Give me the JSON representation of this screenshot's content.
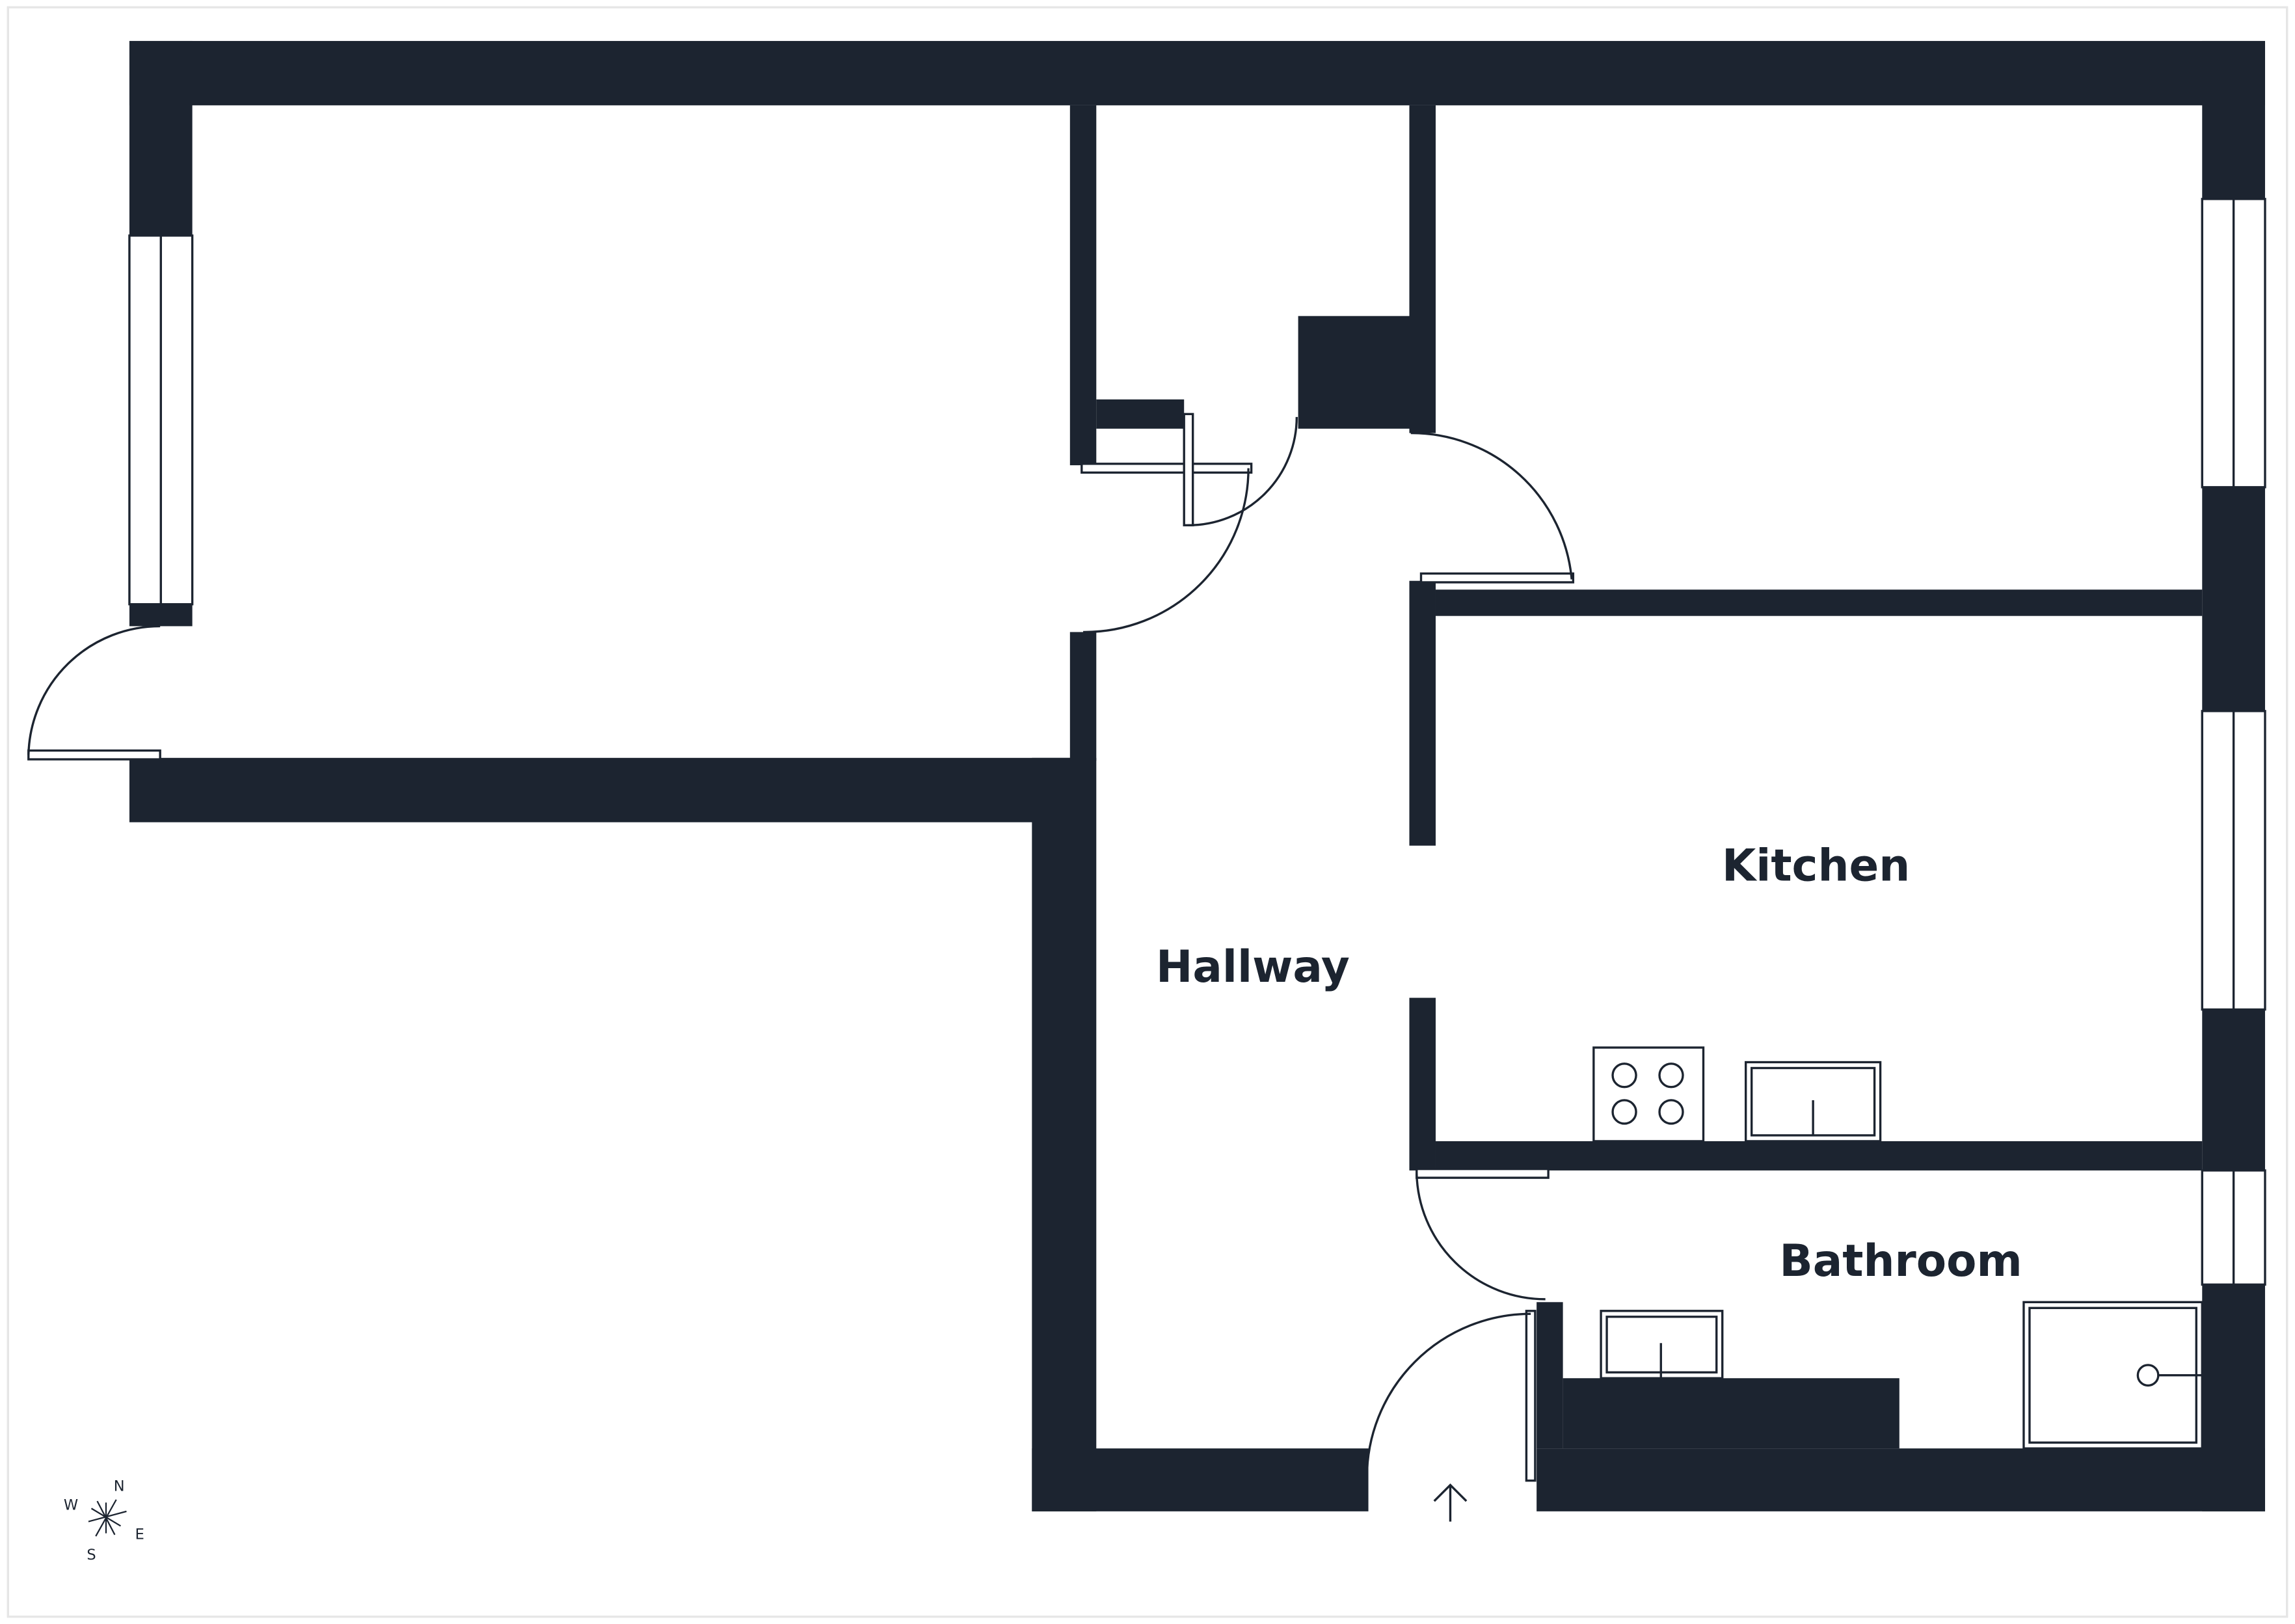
{
  "colors": {
    "wall": "#1c2430",
    "background": "#ffffff",
    "line": "#1c2430"
  },
  "rooms": {
    "hallway": "Hallway",
    "kitchen": "Kitchen",
    "bathroom": "Bathroom"
  },
  "compass": {
    "n": "N",
    "e": "E",
    "s": "S",
    "w": "W"
  },
  "icons": {
    "entry": "entry-arrow-icon",
    "compass": "compass-rose-icon",
    "hob": "hob-icon",
    "kitchen_sink": "sink-icon",
    "bathroom_sink": "basin-icon",
    "shower": "shower-tray-icon"
  }
}
